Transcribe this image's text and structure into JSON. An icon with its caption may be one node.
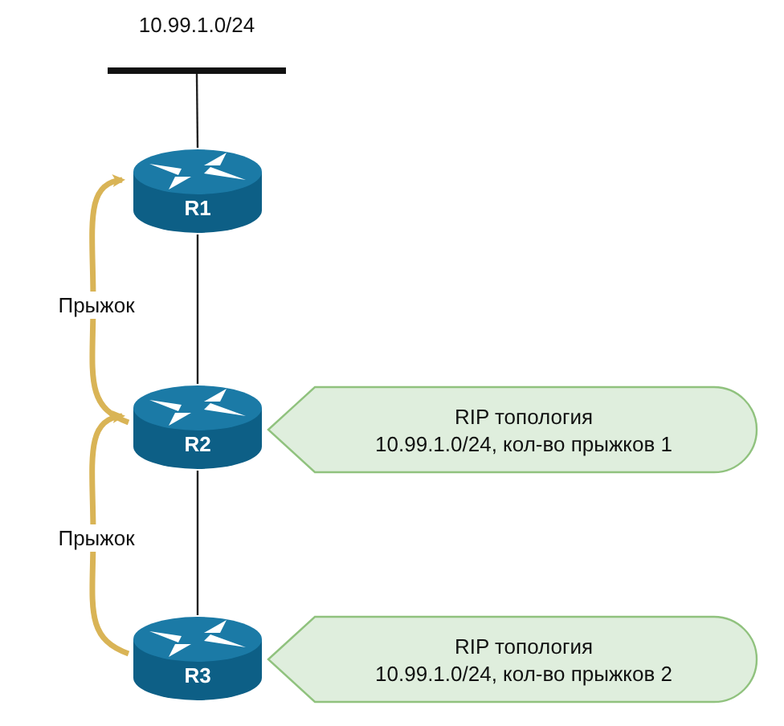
{
  "diagram": {
    "nodes": [
      {
        "text": [
          "10.99.1.0/24"
        ]
      },
      {
        "text": [
          "R1"
        ]
      },
      {
        "text": [
          "R2"
        ]
      },
      {
        "text": [
          "R3"
        ]
      },
      {
        "text": [
          "RIP топология",
          "10.99.1.0/24, кол-во прыжков 1"
        ]
      },
      {
        "text": [
          "RIP топология",
          "10.99.1.0/24, кол-во прыжков 2"
        ]
      }
    ],
    "edges": [
      {
        "from": 0,
        "to": 1,
        "arrow": "none"
      },
      {
        "from": 1,
        "to": 2,
        "arrow": "none"
      },
      {
        "from": 2,
        "to": 3,
        "arrow": "none"
      },
      {
        "from": 2,
        "to": 1,
        "arrow": "to",
        "label": "Прыжок",
        "style": "thick",
        "color": "#d9b456"
      },
      {
        "from": 3,
        "to": 2,
        "arrow": "to",
        "label": "Прыжок",
        "style": "thick",
        "color": "#d9b456"
      }
    ]
  }
}
